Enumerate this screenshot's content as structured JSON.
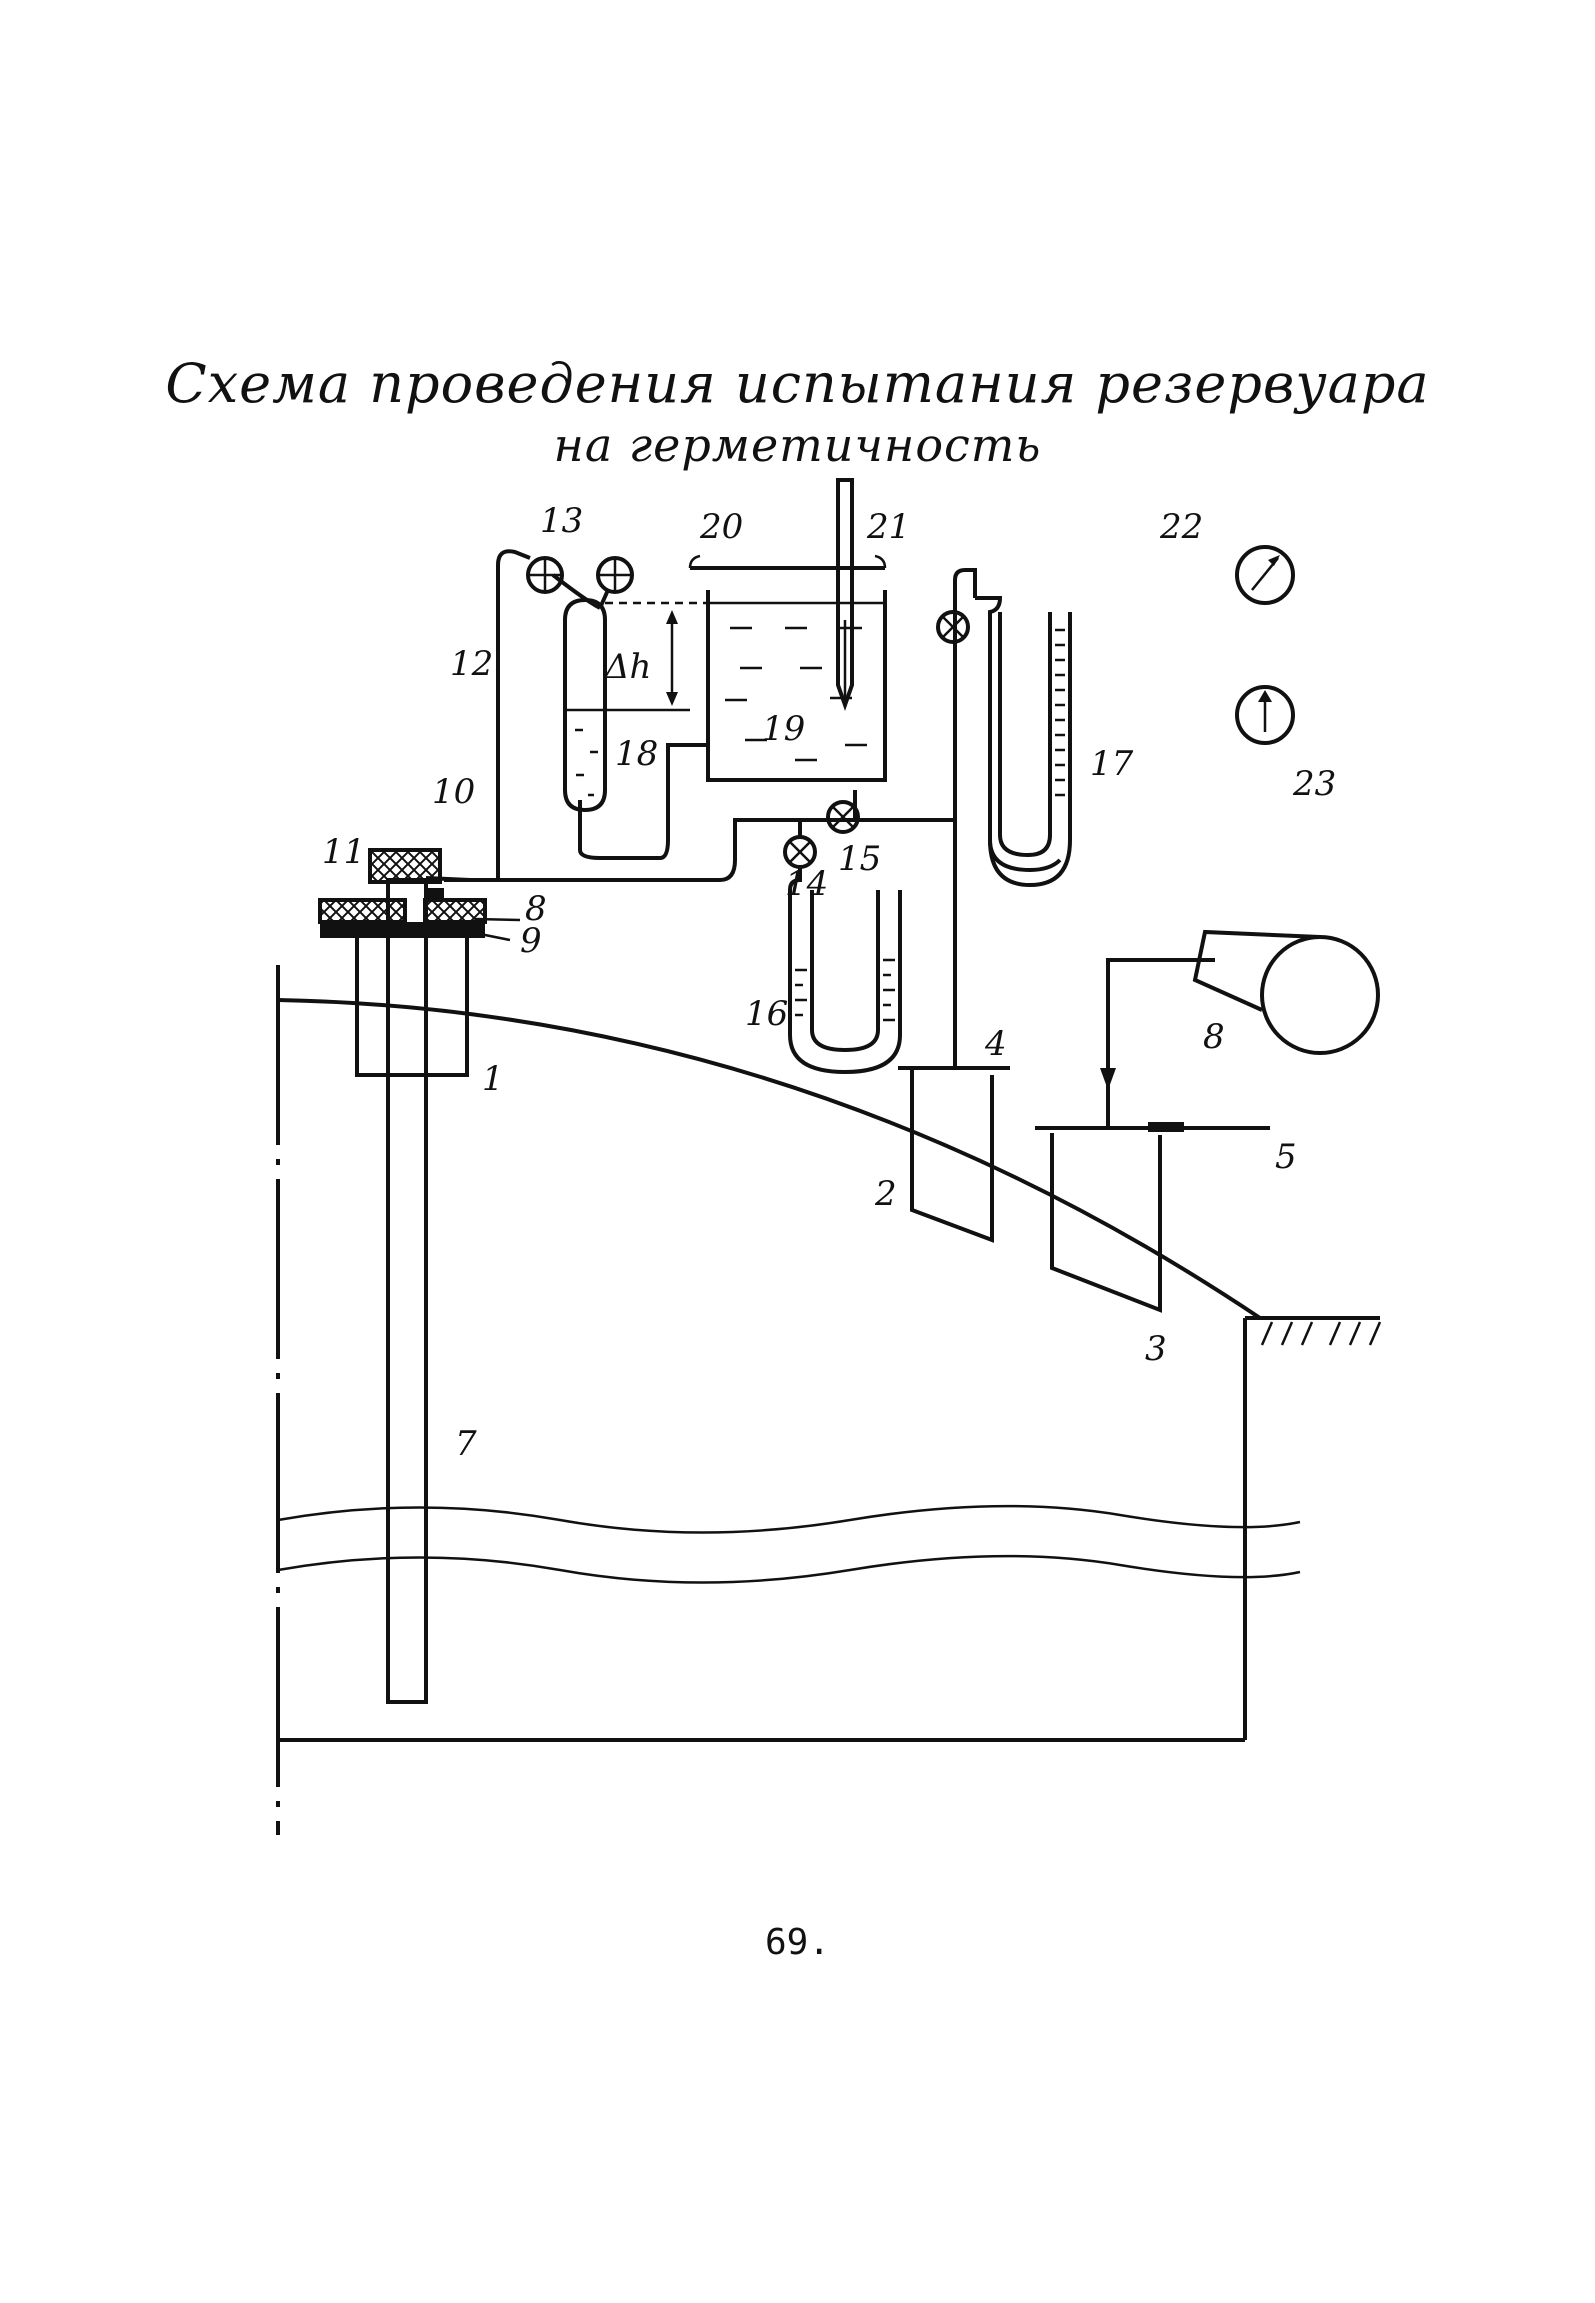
{
  "title": {
    "line1": "Схема проведения испытания резервуара",
    "line2": "на герметичность"
  },
  "labels": {
    "l1": "1",
    "l2": "2",
    "l3": "3",
    "l4": "4",
    "l5": "5",
    "l7": "7",
    "l8": "8",
    "l9": "9",
    "l10": "10",
    "l11": "11",
    "l12": "12",
    "l13": "13",
    "l14": "14",
    "l15": "15",
    "l16": "16",
    "l17": "17",
    "l18": "18",
    "l19": "19",
    "l20": "20",
    "l21": "21",
    "l22": "22",
    "l23": "23",
    "l_b": "8",
    "dh": "Δh"
  },
  "page_number": "69."
}
